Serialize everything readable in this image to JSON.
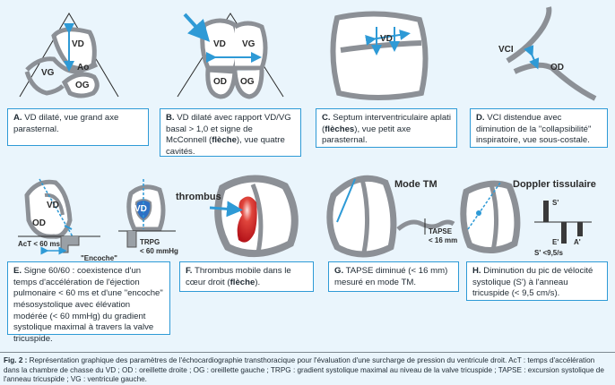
{
  "captions": {
    "a": {
      "letter": "A.",
      "pre": " VD dilaté, vue grand axe parasternal.",
      "bold": "",
      "post": ""
    },
    "b": {
      "letter": "B.",
      "pre": " VD dilaté avec rapport VD/VG basal > 1,0 et signe de McConnell (",
      "bold": "flèche",
      "post": "), vue quatre cavités."
    },
    "c": {
      "letter": "C.",
      "pre": " Septum interventriculaire aplati (",
      "bold": "flèches",
      "post": "), vue petit axe parasternal."
    },
    "d": {
      "letter": "D.",
      "pre": " VCI distendue avec diminution de la \"collapsibilité\" inspiratoire, vue sous-costale.",
      "bold": "",
      "post": ""
    },
    "e": {
      "letter": "E.",
      "pre": " Signe 60/60 : coexistence d'un temps d'accélération de l'éjection pulmonaire < 60 ms et d'une \"encoche\" mésosystolique avec élévation modérée (< 60 mmHg) du gradient systolique maximal à travers la valve tricuspide.",
      "bold": "",
      "post": ""
    },
    "f": {
      "letter": "F.",
      "pre": " Thrombus mobile dans le cœur droit (",
      "bold": "flèche",
      "post": ")."
    },
    "g": {
      "letter": "G.",
      "pre": " TAPSE diminué (< 16 mm) mesuré en mode TM.",
      "bold": "",
      "post": ""
    },
    "h": {
      "letter": "H.",
      "pre": " Diminution du pic de vélocité systolique (S') à l'anneau tricuspide (< 9,5 cm/s).",
      "bold": "",
      "post": ""
    }
  },
  "labels": {
    "a_vd": "VD",
    "a_vg": "VG",
    "a_ao": "Ao",
    "a_og": "OG",
    "b_vd": "VD",
    "b_vg": "VG",
    "b_od": "OD",
    "b_og": "OG",
    "c_vd": "VD",
    "d_vci": "VCI",
    "d_od": "OD",
    "e_vd": "VD",
    "e_od": "OD",
    "e_act": "AcT < 60 ms",
    "e_encoche": "\"Encoche\"",
    "e2_vd": "VD",
    "e2_trpg": "TRPG",
    "e2_trpg_val": "< 60 mmHg",
    "f_thrombus": "thrombus",
    "g_mode": "Mode TM",
    "g_tapse": "TAPSE",
    "g_tapse_val": "< 16 mm",
    "h_title": "Doppler tissulaire",
    "h_s": "S'",
    "h_e": "E'",
    "h_a": "A'",
    "h_s_val": "S' <9,5/s"
  },
  "footer": {
    "bold": "Fig. 2 :",
    "text": " Représentation graphique des paramètres de l'échocardiographie transthoracique pour l'évaluation d'une surcharge de pression du ventricule droit. AcT : temps d'accélération dans la chambre de chasse du VD ; OD : oreillette droite ; OG : oreillette gauche ; TRPG : gradient systolique maximal au niveau de la valve tricuspide ; TAPSE : excursion systolique de l'anneau tricuspide ; VG : ventricule gauche."
  },
  "colors": {
    "accent": "#2e9ad6",
    "wall": "#8c9096",
    "thrombus": "#c8171e"
  }
}
